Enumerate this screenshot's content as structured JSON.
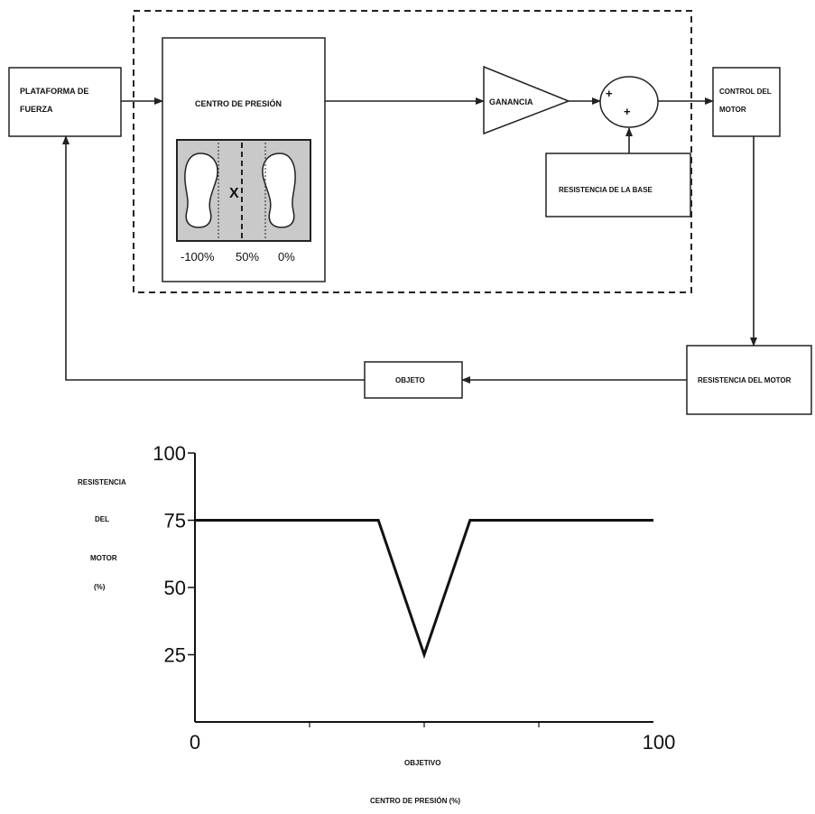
{
  "diagram": {
    "platform_label": [
      "PLATAFORMA DE",
      "FUERZA"
    ],
    "cop_title": "CENTRO  DE  PRESIÓN",
    "cop_mark": "X",
    "cop_scale": [
      "-100%",
      "50%",
      "0%"
    ],
    "gain_label": "GANANCIA",
    "sum_signs": [
      "+",
      "+"
    ],
    "base_resistance_label": "RESISTENCIA DE LA BASE",
    "motor_control_label": [
      "CONTROL DEL",
      "MOTOR"
    ],
    "motor_resistance_label": "RESISTENCIA DEL MOTOR",
    "object_label": "OBJETO"
  },
  "chart_data": {
    "type": "line",
    "ylabel_lines": [
      "RESISTENCIA",
      "DEL",
      "MOTOR",
      "(%)"
    ],
    "xlabel_lines": [
      "OBJETIVO",
      "CENTRO DE PRESIÓN (%)"
    ],
    "y_ticks": [
      100,
      75,
      50,
      25
    ],
    "x_ticks": [
      0,
      100
    ],
    "xlim": [
      0,
      100
    ],
    "ylim": [
      0,
      100
    ],
    "series": [
      {
        "x": [
          0,
          40,
          50,
          60,
          100
        ],
        "y": [
          75,
          75,
          25,
          75,
          75
        ]
      }
    ]
  }
}
